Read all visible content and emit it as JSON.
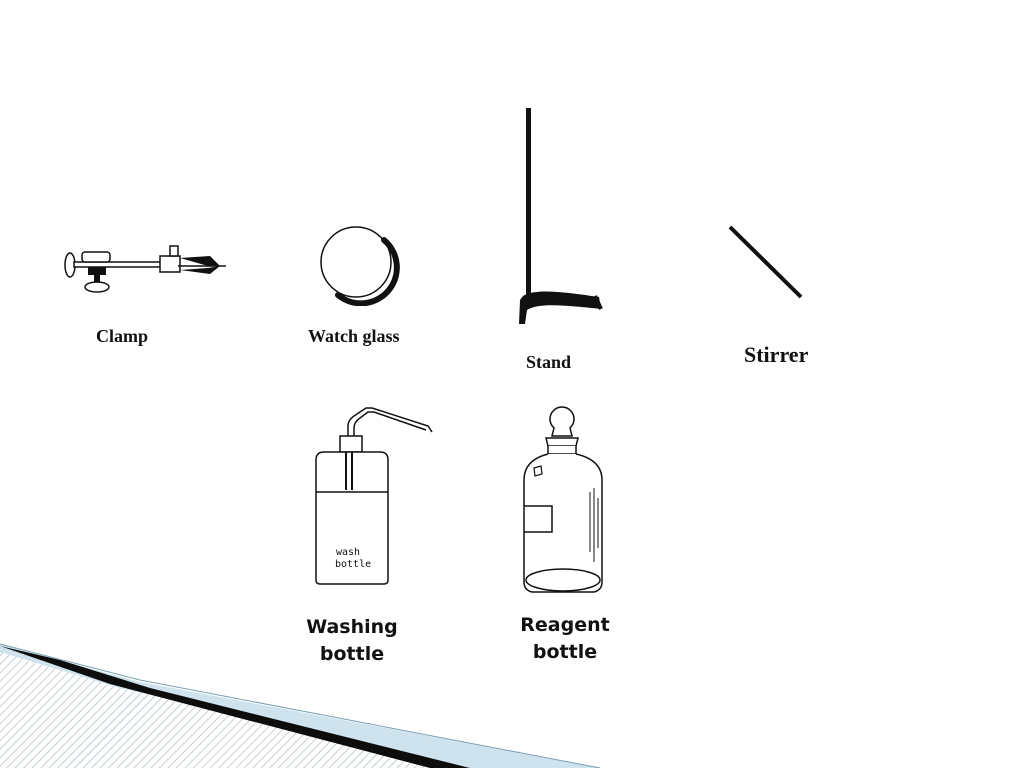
{
  "slide": {
    "items": [
      {
        "label": "Clamp",
        "icon": "clamp-icon"
      },
      {
        "label": "Watch glass",
        "icon": "watch-glass-icon"
      },
      {
        "label": "Stand",
        "icon": "stand-icon"
      },
      {
        "label": "Stirrer",
        "icon": "stirrer-icon"
      },
      {
        "label_line1": "Washing",
        "label_line2": "bottle",
        "icon": "wash-bottle-icon",
        "bottle_print_line1": "wash",
        "bottle_print_line2": "bottle"
      },
      {
        "label_line1": "Reagent",
        "label_line2": "bottle",
        "icon": "reagent-bottle-icon"
      }
    ],
    "colors": {
      "ink": "#111111",
      "band_dark": "#0d0d0d",
      "band_light": "#cfe3ee",
      "hatch": "#9fb0bb"
    }
  }
}
